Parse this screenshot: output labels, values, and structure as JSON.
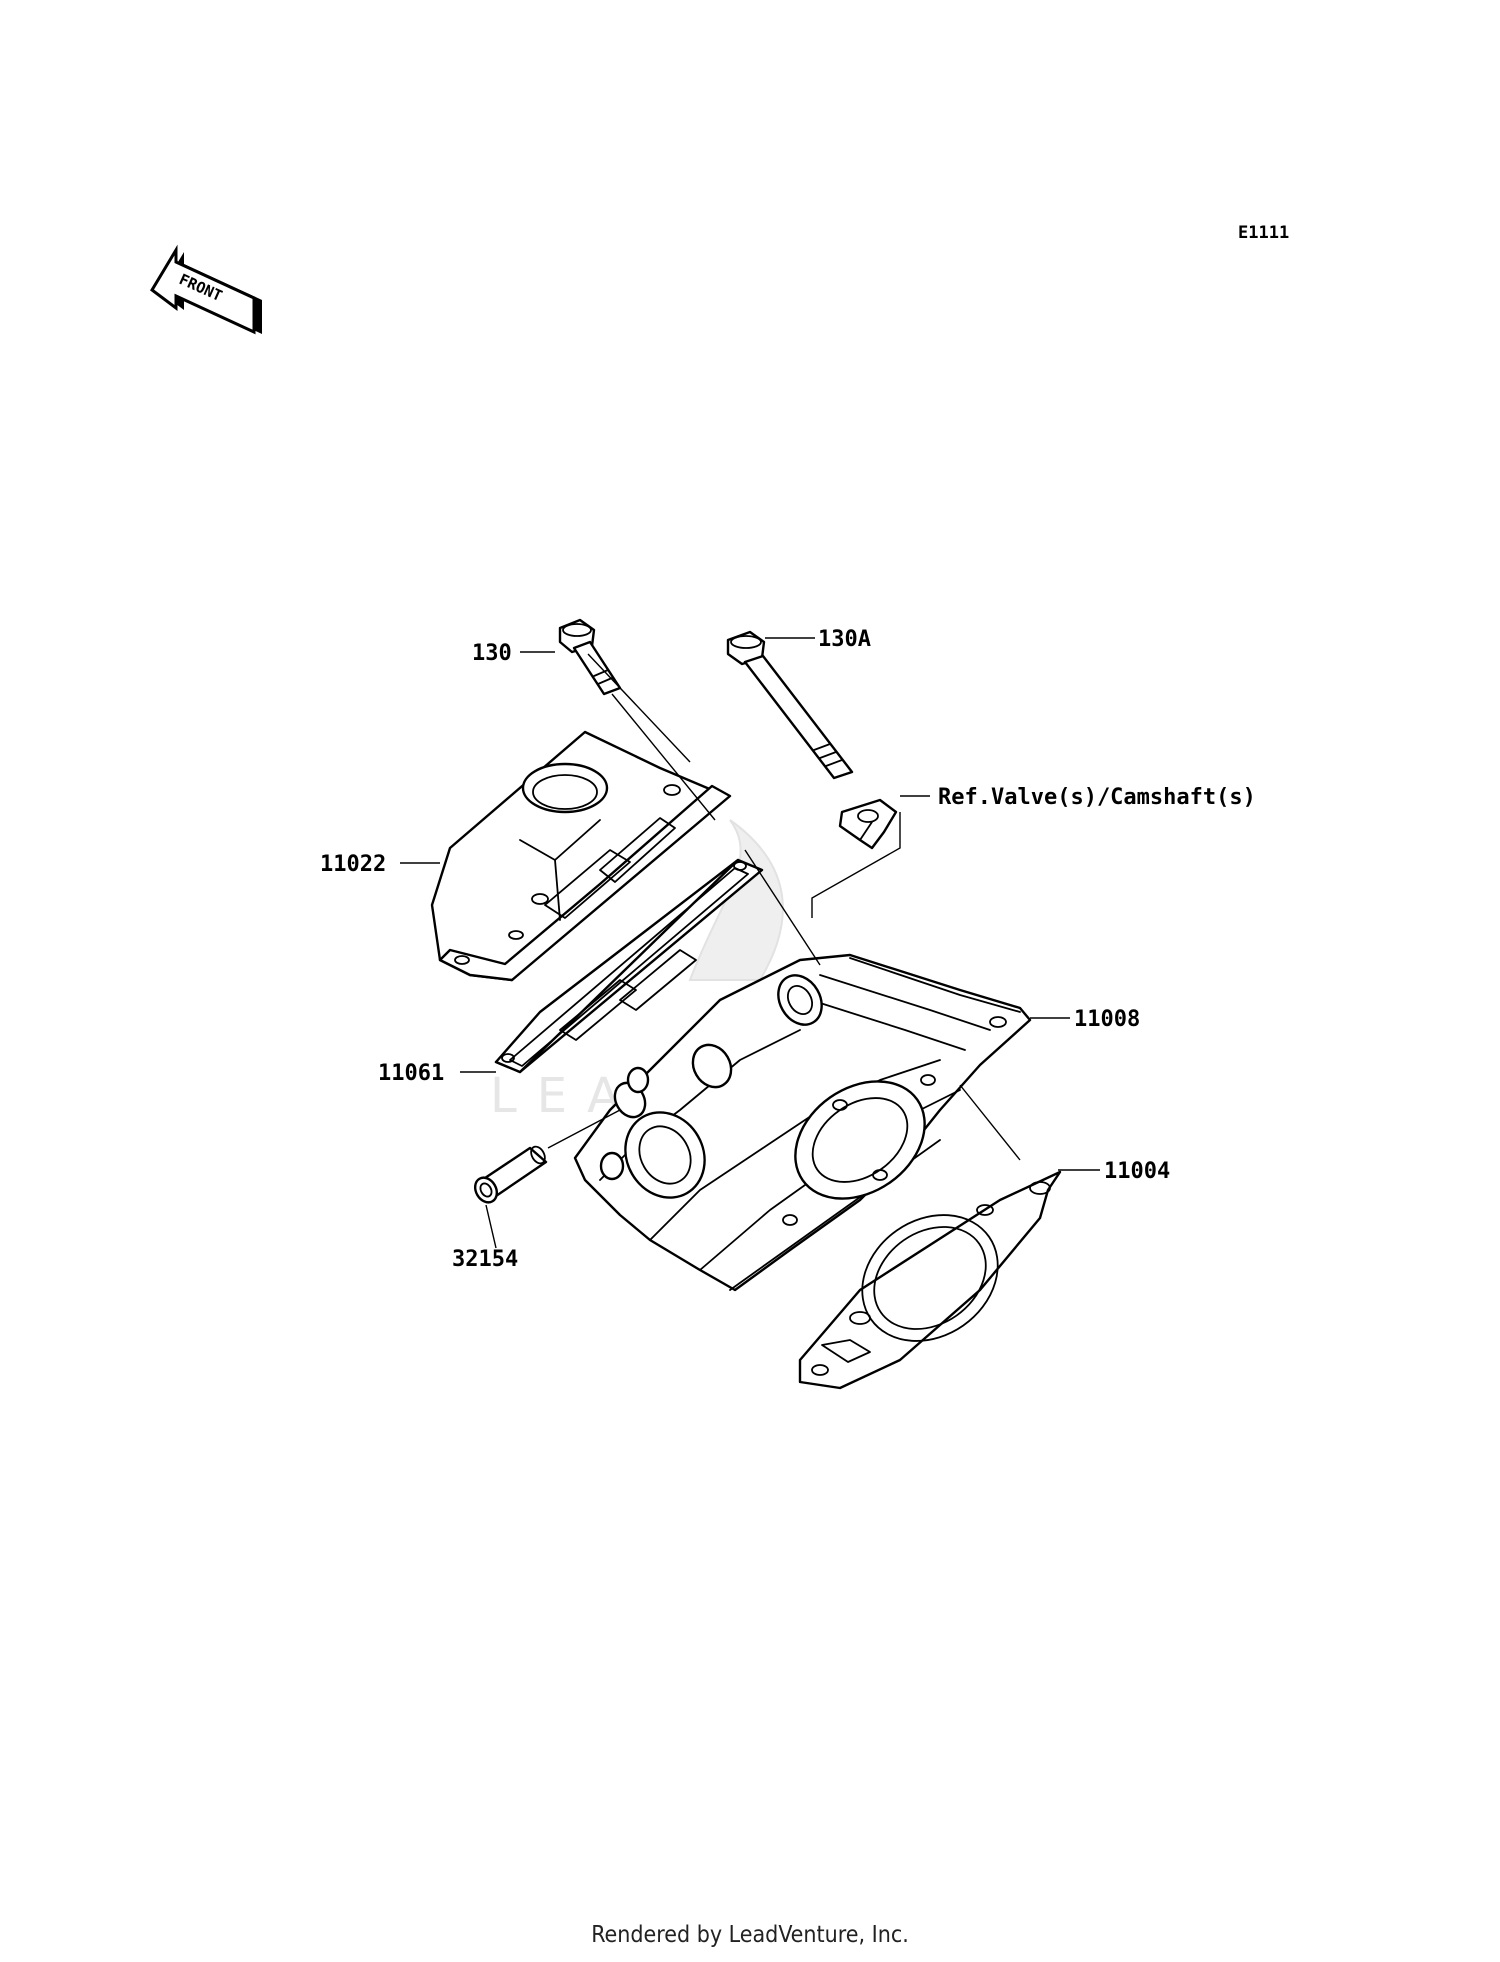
{
  "diagram": {
    "code": "E1111",
    "front_label": "FRONT",
    "callouts": {
      "bolt_130": "130",
      "bolt_130a": "130A",
      "ref_note": "Ref.Valve(s)/Camshaft(s)",
      "cover_11022": "11022",
      "gasket_11061": "11061",
      "head_11008": "11008",
      "gasket_11004": "11004",
      "guide_32154": "32154"
    }
  },
  "footer": {
    "text": "Rendered by LeadVenture, Inc."
  }
}
